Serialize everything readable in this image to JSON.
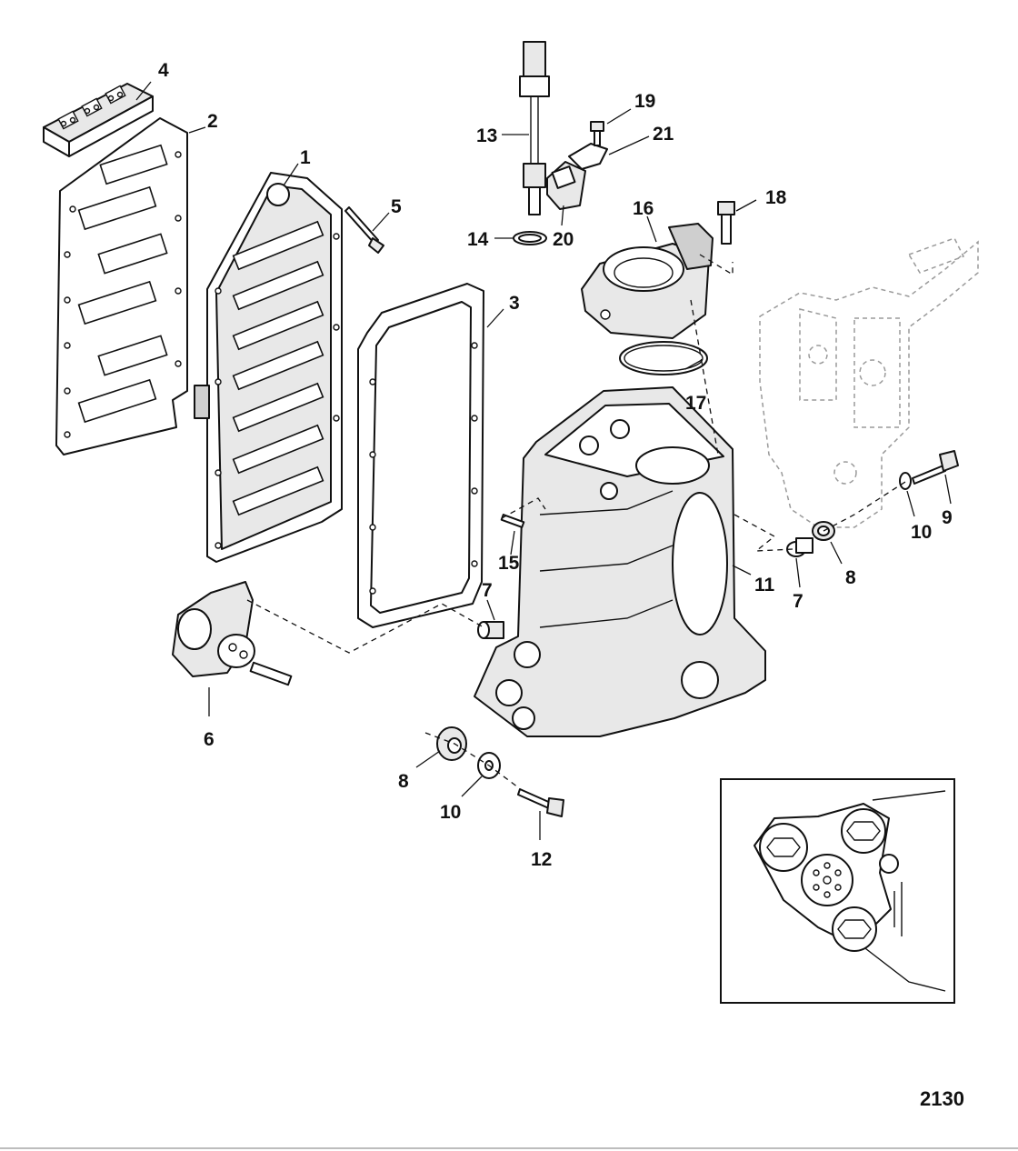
{
  "diagram": {
    "figure_number": "2130",
    "callouts": [
      {
        "id": "c1",
        "label": "1"
      },
      {
        "id": "c2",
        "label": "2"
      },
      {
        "id": "c3",
        "label": "3"
      },
      {
        "id": "c4",
        "label": "4"
      },
      {
        "id": "c5",
        "label": "5"
      },
      {
        "id": "c6",
        "label": "6"
      },
      {
        "id": "c7a",
        "label": "7"
      },
      {
        "id": "c7b",
        "label": "7"
      },
      {
        "id": "c8a",
        "label": "8"
      },
      {
        "id": "c8b",
        "label": "8"
      },
      {
        "id": "c9",
        "label": "9"
      },
      {
        "id": "c10a",
        "label": "10"
      },
      {
        "id": "c10b",
        "label": "10"
      },
      {
        "id": "c11",
        "label": "11"
      },
      {
        "id": "c12",
        "label": "12"
      },
      {
        "id": "c13",
        "label": "13"
      },
      {
        "id": "c14",
        "label": "14"
      },
      {
        "id": "c15",
        "label": "15"
      },
      {
        "id": "c16",
        "label": "16"
      },
      {
        "id": "c17",
        "label": "17"
      },
      {
        "id": "c18",
        "label": "18"
      },
      {
        "id": "c19",
        "label": "19"
      },
      {
        "id": "c20",
        "label": "20"
      },
      {
        "id": "c21",
        "label": "21"
      }
    ]
  }
}
